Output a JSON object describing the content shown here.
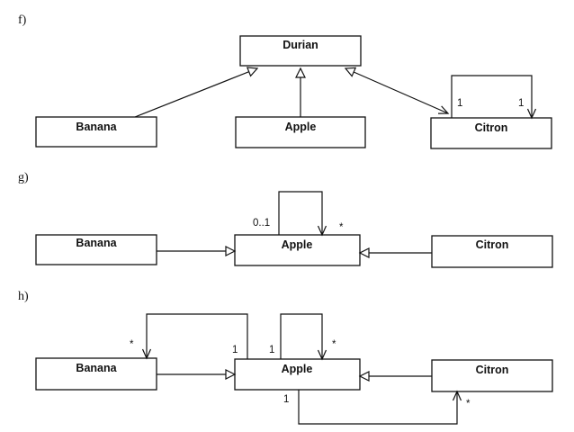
{
  "panels": {
    "f": {
      "label": "f)",
      "classes": {
        "durian": "Durian",
        "banana": "Banana",
        "apple": "Apple",
        "citron": "Citron"
      },
      "multiplicities": {
        "citron_left": "1",
        "citron_right": "1"
      }
    },
    "g": {
      "label": "g)",
      "classes": {
        "banana": "Banana",
        "apple": "Apple",
        "citron": "Citron"
      },
      "multiplicities": {
        "apple_self_source": "0..1",
        "apple_self_target": "*"
      }
    },
    "h": {
      "label": "h)",
      "classes": {
        "banana": "Banana",
        "apple": "Apple",
        "citron": "Citron"
      },
      "multiplicities": {
        "banana_top": "*",
        "apple_left_top": "1",
        "apple_self_source": "1",
        "apple_self_target": "*",
        "apple_bottom": "1",
        "citron_bottom": "*"
      }
    }
  }
}
